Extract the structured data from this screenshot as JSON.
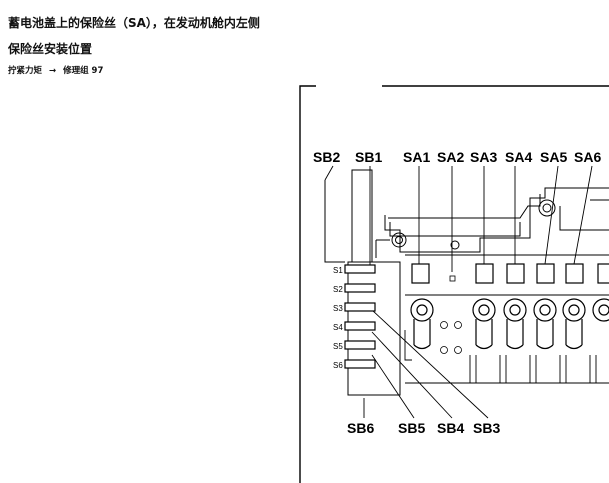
{
  "document": {
    "title": "蓄电池盖上的保险丝（SA），在发动机舱内左侧",
    "subtitle": "保险丝安装位置",
    "torque": {
      "label": "拧紧力矩",
      "arrow": "→",
      "link": "修理组 97"
    }
  },
  "diagram": {
    "top_labels": [
      "SB2",
      "SB1",
      "SA1",
      "SA2",
      "SA3",
      "SA4",
      "SA5",
      "SA6"
    ],
    "slot_labels": [
      "S1",
      "S2",
      "S3",
      "S4",
      "S5",
      "S6"
    ],
    "bottom_labels": [
      "SB6",
      "SB5",
      "SB4",
      "SB3"
    ]
  }
}
